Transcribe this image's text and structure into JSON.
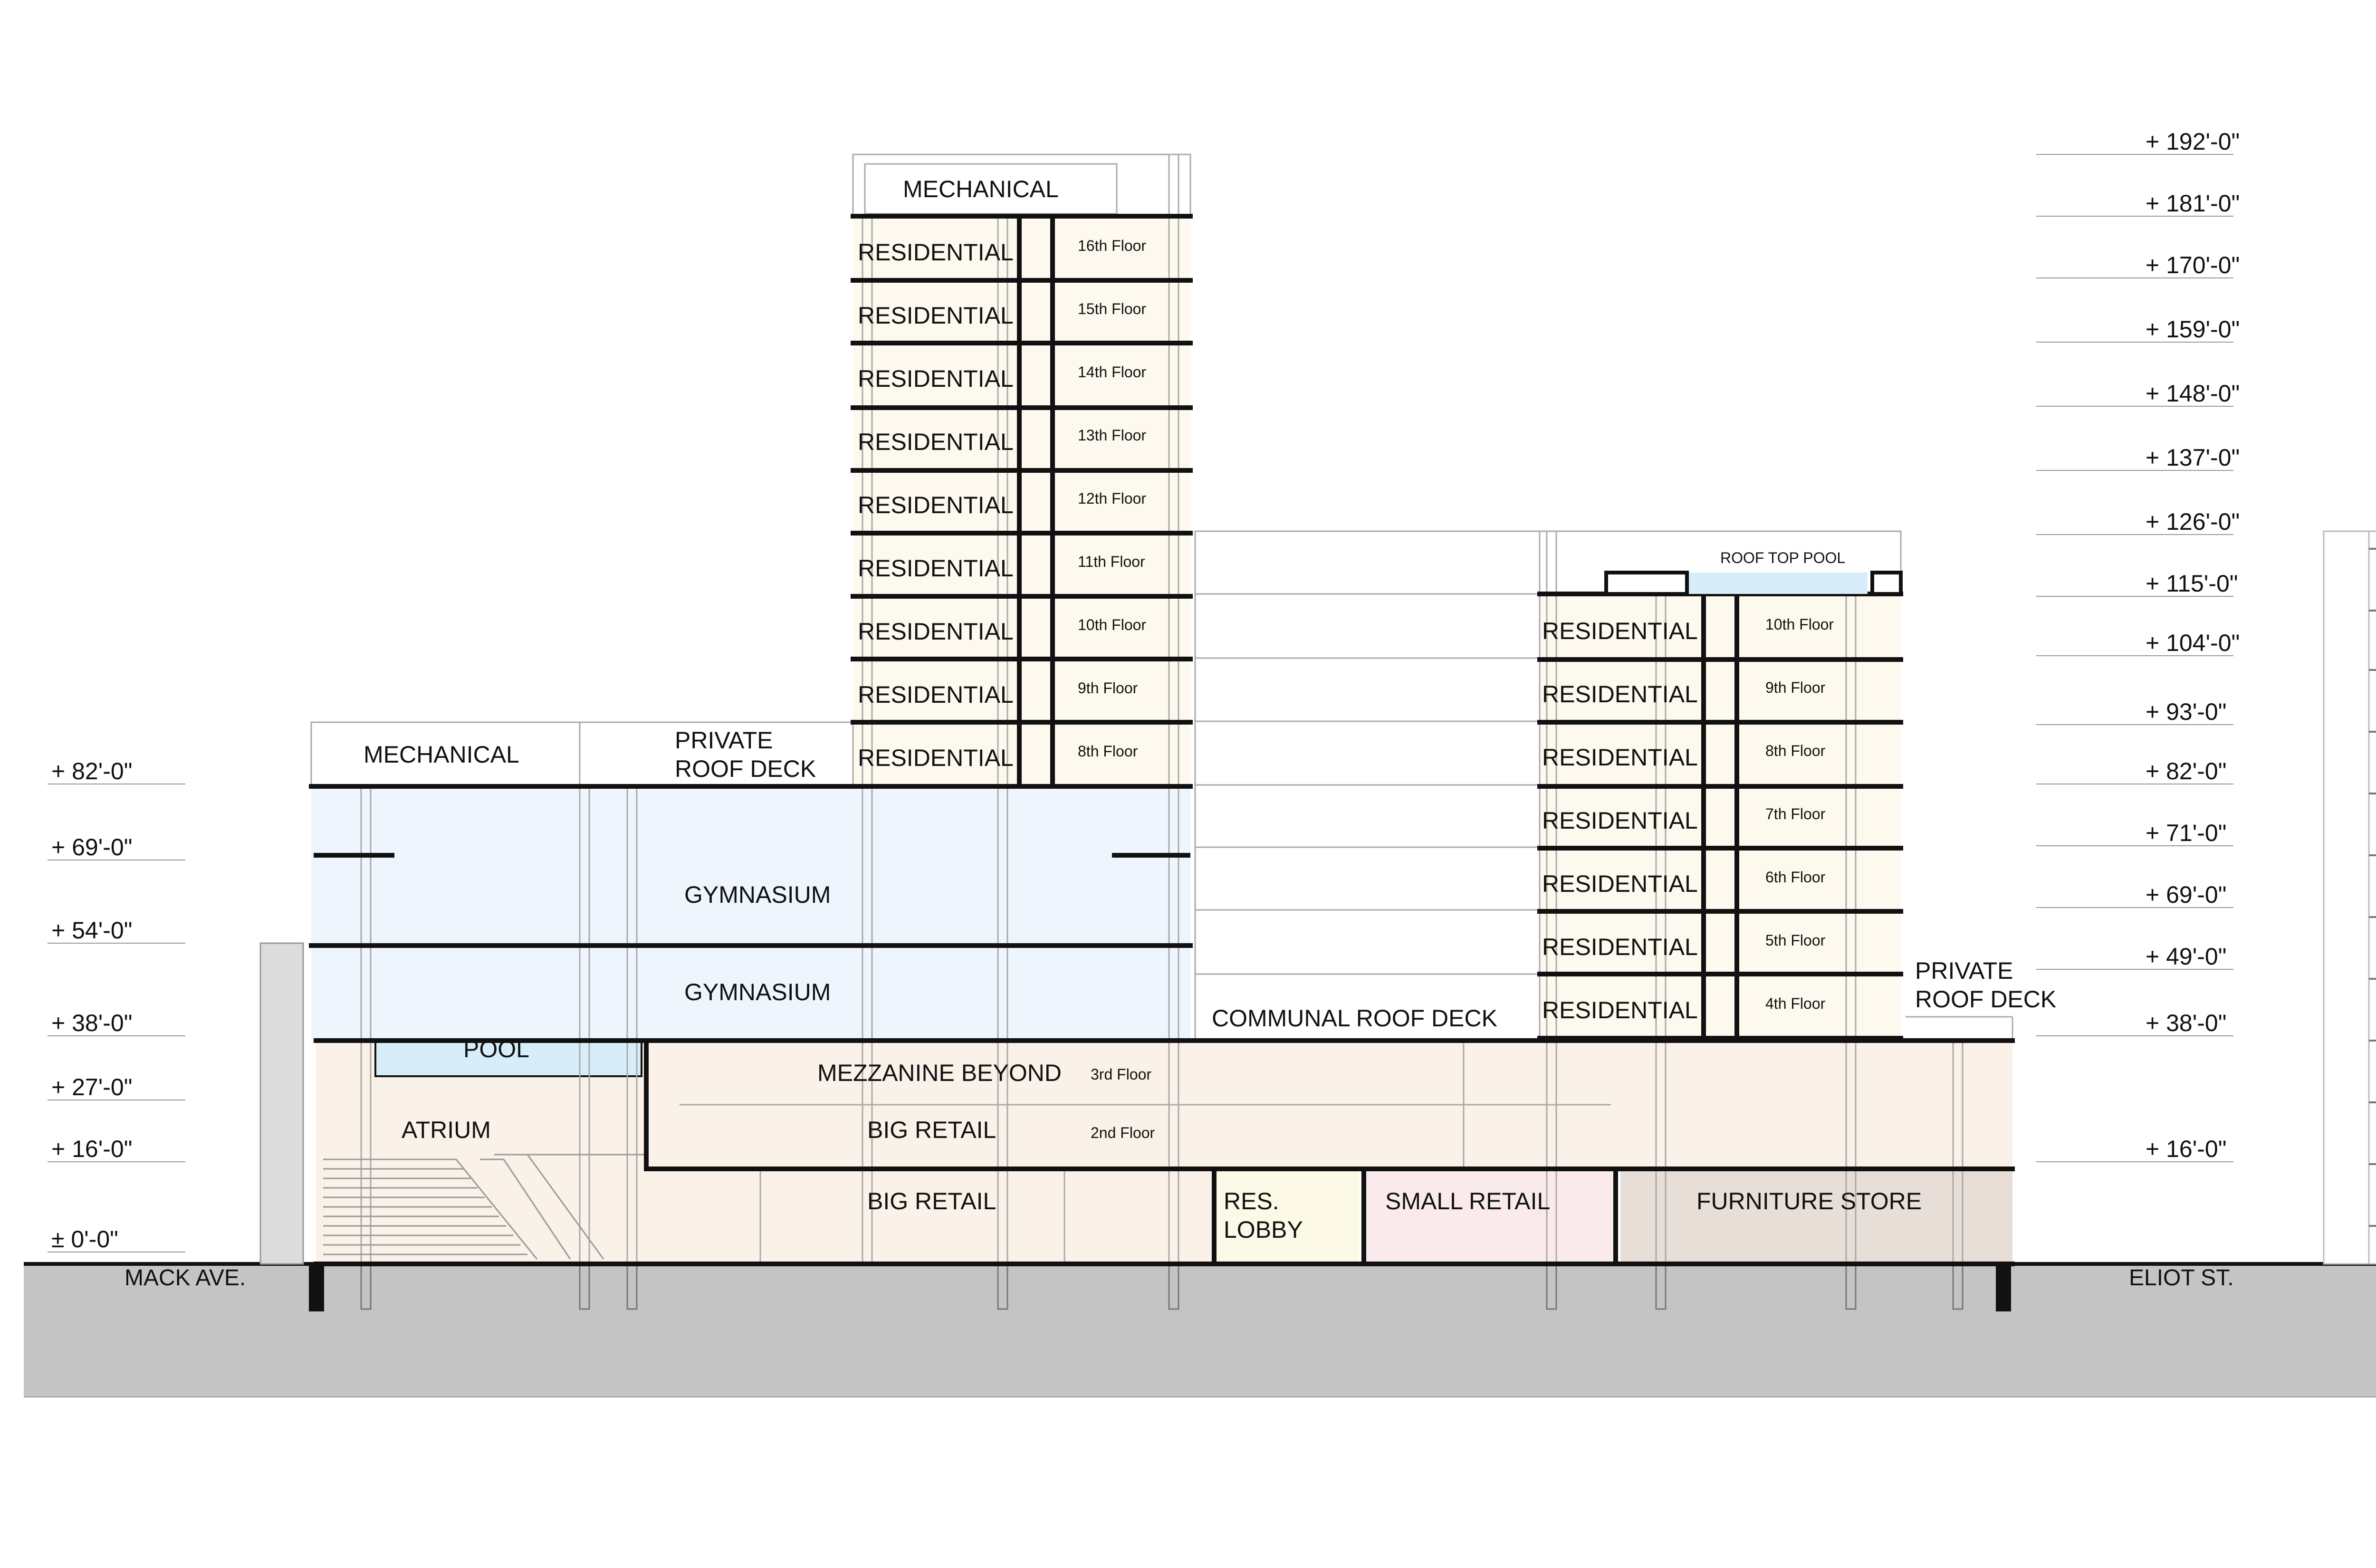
{
  "colors": {
    "ground": "#c4c4c4",
    "gym": "#eef5fd",
    "pool": "#d7eefa",
    "retail": "#faf1e8",
    "residential": "#fdf9ee",
    "res_lobby": "#fcf9e6",
    "small_retail": "#fbeaec",
    "furniture": "#e7ded8",
    "structure": "#111111"
  },
  "spaces": {
    "mech_tower": "MECHANICAL",
    "mech_left": "MECHANICAL",
    "private_roof_deck_left": [
      "PRIVATE",
      "ROOF DECK"
    ],
    "private_roof_deck_right": [
      "PRIVATE",
      "ROOF DECK"
    ],
    "gym_upper": "GYMNASIUM",
    "gym_lower": "GYMNASIUM",
    "pool": "POOL",
    "atrium": "ATRIUM",
    "mezzanine": "MEZZANINE BEYOND",
    "big_retail_2": "BIG RETAIL",
    "big_retail_1": "BIG RETAIL",
    "res_lobby": [
      "RES.",
      "LOBBY"
    ],
    "small_retail": "SMALL RETAIL",
    "furniture_store": "FURNITURE STORE",
    "communal_roof_deck": "COMMUNAL ROOF DECK",
    "roof_top_pool": "ROOF TOP POOL"
  },
  "tower_west": {
    "floors": [
      {
        "label": "RESIDENTIAL",
        "floor": "16th Floor"
      },
      {
        "label": "RESIDENTIAL",
        "floor": "15th Floor"
      },
      {
        "label": "RESIDENTIAL",
        "floor": "14th Floor"
      },
      {
        "label": "RESIDENTIAL",
        "floor": "13th Floor"
      },
      {
        "label": "RESIDENTIAL",
        "floor": "12th Floor"
      },
      {
        "label": "RESIDENTIAL",
        "floor": "11th Floor"
      },
      {
        "label": "RESIDENTIAL",
        "floor": "10th Floor"
      },
      {
        "label": "RESIDENTIAL",
        "floor": "9th Floor"
      },
      {
        "label": "RESIDENTIAL",
        "floor": "8th Floor"
      }
    ]
  },
  "tower_east": {
    "floors": [
      {
        "label": "RESIDENTIAL",
        "floor": "10th Floor"
      },
      {
        "label": "RESIDENTIAL",
        "floor": "9th Floor"
      },
      {
        "label": "RESIDENTIAL",
        "floor": "8th Floor"
      },
      {
        "label": "RESIDENTIAL",
        "floor": "7th Floor"
      },
      {
        "label": "RESIDENTIAL",
        "floor": "6th Floor"
      },
      {
        "label": "RESIDENTIAL",
        "floor": "5th Floor"
      },
      {
        "label": "RESIDENTIAL",
        "floor": "4th Floor"
      }
    ]
  },
  "podium_floors": {
    "third": "3rd Floor",
    "second": "2nd Floor"
  },
  "elevations_left": [
    "+ 82'-0\"",
    "+ 69'-0\"",
    "+ 54'-0\"",
    "+ 38'-0\"",
    "+ 27'-0\"",
    "+ 16'-0\"",
    "± 0'-0\""
  ],
  "elevations_right": [
    "+ 192'-0\"",
    "+ 181'-0\"",
    "+ 170'-0\"",
    "+ 159'-0\"",
    "+ 148'-0\"",
    "+ 137'-0\"",
    "+ 126'-0\"",
    "+ 115'-0\"",
    "+ 104'-0\"",
    "+ 93'-0\"",
    "+ 82'-0\"",
    "+ 71'-0\"",
    "+ 69'-0\"",
    "+ 49'-0\"",
    "+ 38'-0\"",
    "+ 16'-0\""
  ],
  "streets": {
    "west": "MACK AVE.",
    "east": "ELIOT ST."
  }
}
